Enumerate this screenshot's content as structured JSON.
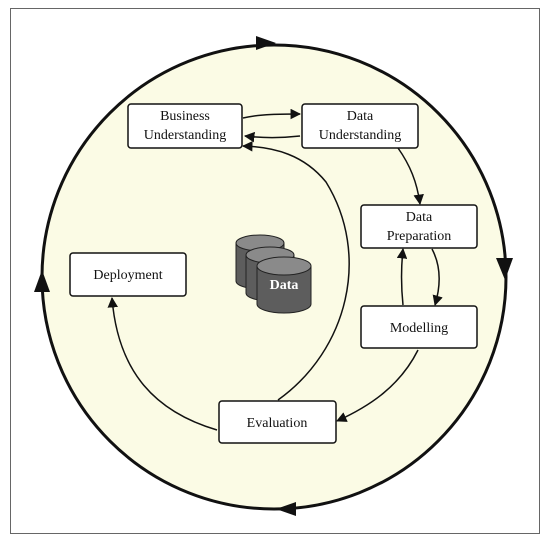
{
  "diagram": {
    "nodes": {
      "business_understanding": [
        "Business",
        "Understanding"
      ],
      "data_understanding": [
        "Data",
        "Understanding"
      ],
      "data_preparation": [
        "Data",
        "Preparation"
      ],
      "modelling": [
        "Modelling"
      ],
      "evaluation": [
        "Evaluation"
      ],
      "deployment": [
        "Deployment"
      ]
    },
    "center_label": "Data",
    "colors": {
      "background_circle": "#fbfbe5",
      "stroke": "#111111",
      "database": "#5d5d5d",
      "database_top": "#8a8a8a"
    }
  }
}
